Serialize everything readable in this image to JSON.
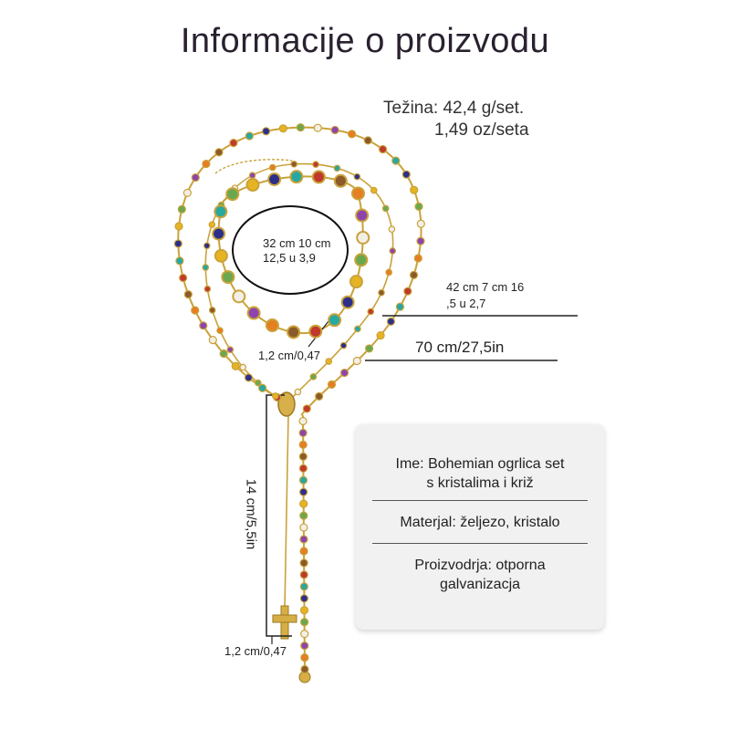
{
  "title": "Informacije o proizvodu",
  "weight": {
    "line1": "Težina: 42,4 g/set.",
    "line2": "1,49 oz/seta"
  },
  "dimensions": {
    "bracelet_circle_line1": "32 cm 10 cm",
    "bracelet_circle_line2": "12,5 u 3,9",
    "bead_width_top": "1,2 cm/0,47",
    "short_necklace_line1": "42 cm 7 cm 16",
    "short_necklace_line2": ",5 u 2,7",
    "long_necklace": "70 cm/27,5in",
    "drop_length": "14 cm/5,5in",
    "bead_width_bottom": "1,2 cm/0,47"
  },
  "info_card": {
    "name_line1": "Ime: Bohemian ogrlica set",
    "name_line2": "s kristalima i križ",
    "material": "Materjal: željezo, kristalo",
    "production_line1": "Proizvodrja: otporna",
    "production_line2": "galvanizacja"
  },
  "colors": {
    "gold": "#c9a23a",
    "title": "#2a2130",
    "card_bg": "#f1f1f1",
    "crystal_palette": [
      "#c0392b",
      "#27a8a0",
      "#2c2f8a",
      "#e6b422",
      "#6aa84f",
      "#f2efe6",
      "#8e44ad",
      "#e67e22",
      "#8b5a2b"
    ]
  },
  "icons": {
    "cross": "cross-pendant-icon",
    "medal": "oval-medal-icon"
  }
}
